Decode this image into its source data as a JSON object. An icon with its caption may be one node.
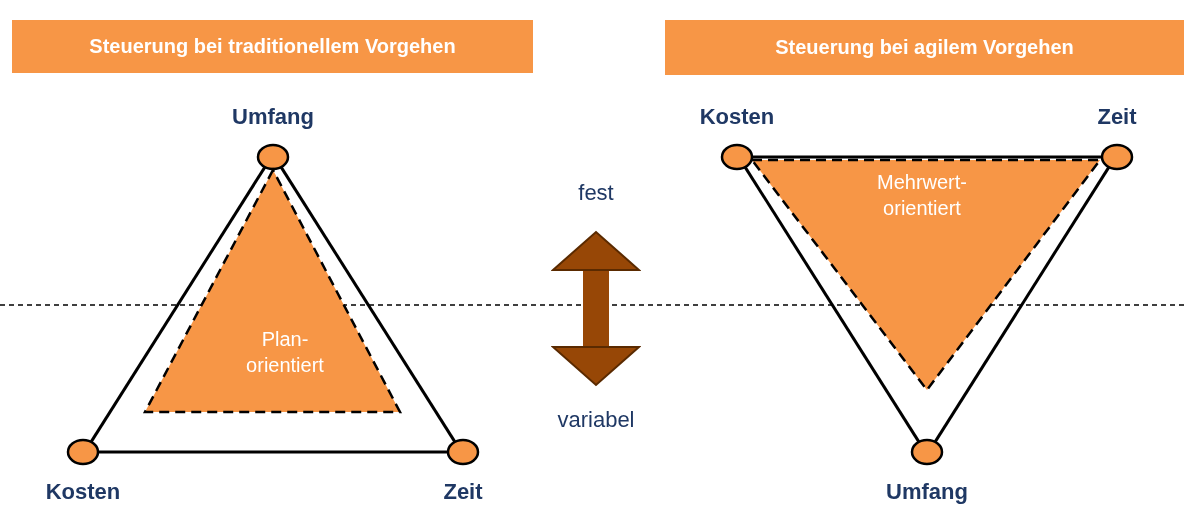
{
  "diagram": {
    "nodes": [
      {
        "text": [
          "Steuerung bei traditionellem Vorgehen"
        ]
      },
      {
        "text": [
          "Steuerung bei agilem Vorgehen"
        ]
      },
      {
        "text": [],
        "shape": "circle",
        "beside": [
          "Umfang"
        ]
      },
      {
        "text": [],
        "shape": "circle",
        "beside": [
          "Kosten"
        ]
      },
      {
        "text": [],
        "shape": "circle",
        "beside": [
          "Zeit"
        ]
      },
      {
        "text": [
          "Plan- orientiert"
        ]
      },
      {
        "text": [
          "fest"
        ]
      },
      {
        "text": [
          "variabel"
        ]
      },
      {
        "text": [],
        "shape": "circle",
        "beside": [
          "Kosten"
        ]
      },
      {
        "text": [],
        "shape": "circle",
        "beside": [
          "Zeit"
        ]
      },
      {
        "text": [],
        "shape": "circle",
        "beside": [
          "Umfang"
        ]
      },
      {
        "text": [
          "Mehrwert- orientiert"
        ]
      }
    ],
    "edges": [
      {
        "from": 2,
        "to": 3,
        "arrow": "none"
      },
      {
        "from": 3,
        "to": 4,
        "arrow": "none"
      },
      {
        "from": 4,
        "to": 2,
        "arrow": "none"
      },
      {
        "from": 8,
        "to": 9,
        "arrow": "none"
      },
      {
        "from": 9,
        "to": 10,
        "arrow": "none"
      },
      {
        "from": 10,
        "to": 8,
        "arrow": "none"
      },
      {
        "from": 6,
        "to": 7,
        "arrow": "both",
        "style": "thick",
        "color": "#974706"
      }
    ]
  }
}
